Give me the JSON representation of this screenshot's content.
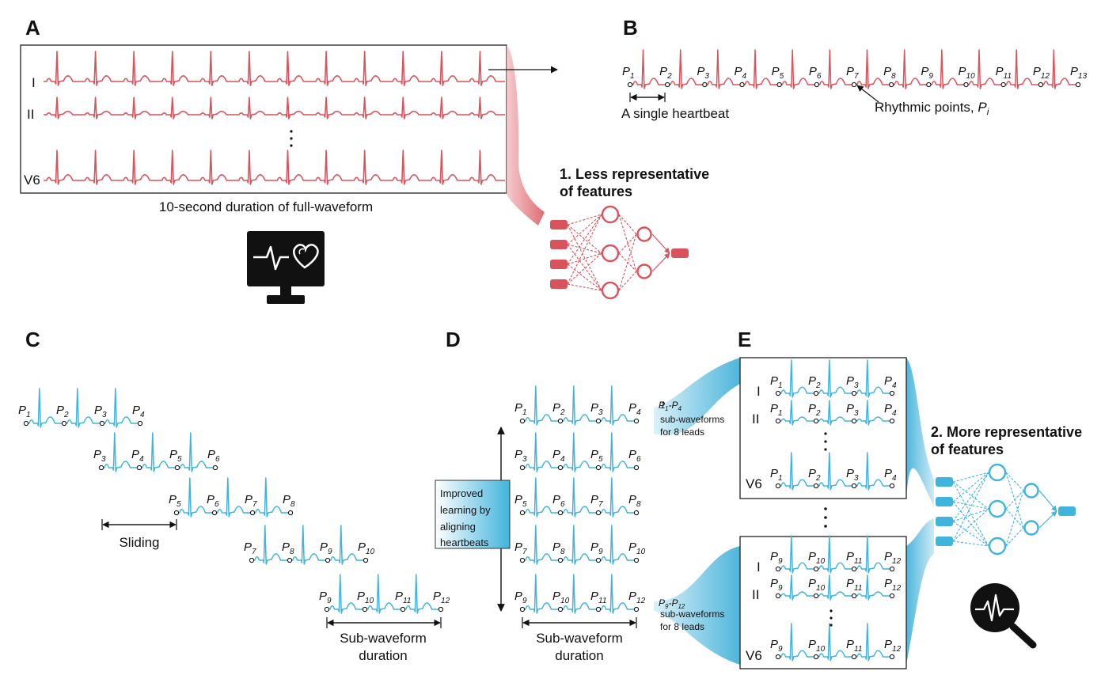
{
  "colors": {
    "red": "#d9535c",
    "blue": "#40b4dc",
    "ink": "#111111"
  },
  "panels": {
    "a": "A",
    "b": "B",
    "c": "C",
    "d": "D",
    "e": "E"
  },
  "panel_a": {
    "leads": [
      "I",
      "II",
      "V6"
    ],
    "caption": "10-second duration of full-waveform",
    "note_title": "1. Less representative",
    "note_sub": "of features",
    "icon": "ecg-monitor-heart-icon"
  },
  "panel_b": {
    "points": [
      "1",
      "2",
      "3",
      "4",
      "5",
      "6",
      "7",
      "8",
      "9",
      "10",
      "11",
      "12",
      "13"
    ],
    "heartbeat_label": "A single heartbeat",
    "rhythmic_label": "Rhythmic points, ",
    "rhythmic_symbol": "P",
    "rhythmic_sub": "i"
  },
  "panel_c": {
    "rows": [
      [
        "1",
        "2",
        "3",
        "4"
      ],
      [
        "3",
        "4",
        "5",
        "6"
      ],
      [
        "5",
        "6",
        "7",
        "8"
      ],
      [
        "7",
        "8",
        "9",
        "10"
      ],
      [
        "9",
        "10",
        "11",
        "12"
      ]
    ],
    "sliding_label": "Sliding",
    "duration_line1": "Sub-waveform",
    "duration_line2": "duration"
  },
  "panel_d": {
    "improved_lines": [
      "Improved",
      "learning by",
      "aligning",
      "heartbeats"
    ],
    "duration_line1": "Sub-waveform",
    "duration_line2": "duration",
    "group1_range_start": "1",
    "group1_range_end": "4",
    "group2_range_start": "9",
    "group2_range_end": "12",
    "group_line2": "sub-waveforms",
    "group_line3": "for 8 leads"
  },
  "panel_e": {
    "box1_points": [
      "1",
      "2",
      "3",
      "4"
    ],
    "box2_points": [
      "9",
      "10",
      "11",
      "12"
    ],
    "leads": [
      "I",
      "II",
      "V6"
    ],
    "note_title": "2. More representative",
    "note_sub": "of features",
    "icon": "ecg-magnifier-icon"
  }
}
